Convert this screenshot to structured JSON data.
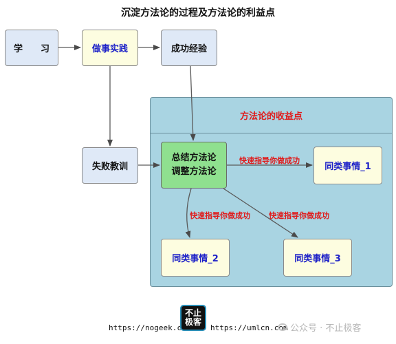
{
  "title": "沉淀方法论的过程及方法论的利益点",
  "nodes": {
    "study": "学　　习",
    "practice": "做事实践",
    "success_exp": "成功经验",
    "failure_lesson": "失败教训",
    "summarize": "总结方法论\n调整方法论",
    "similar_1": "同类事情_1",
    "similar_2": "同类事情_2",
    "similar_3": "同类事情_3"
  },
  "region_title": "方法论的收益点",
  "edge_labels": {
    "to_similar_1": "快速指导你做成功",
    "to_similar_2": "快速指导你做成功",
    "to_similar_3": "快速指导你做成功"
  },
  "footer": {
    "left_url": "https://nogeek.cn",
    "right_url": "https://umlcn.com",
    "logo_line1": "不止",
    "logo_line2": "极客",
    "wechat_text": "公众号 · 不止极客"
  },
  "colors": {
    "blue_box": "#dfe9f7",
    "yellow_box": "#fdfde0",
    "green_box": "#8fe08f",
    "region": "#a9d4e2",
    "label_red": "#e01b1b",
    "text_blue": "#1e22c8"
  }
}
